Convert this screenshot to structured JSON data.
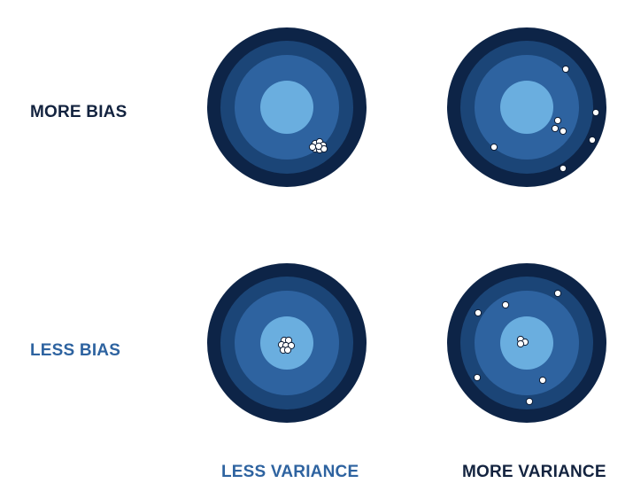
{
  "labels": {
    "more_bias": "MORE BIAS",
    "less_bias": "LESS BIAS",
    "less_variance": "LESS VARIANCE",
    "more_variance": "MORE VARIANCE"
  },
  "colors": {
    "ring_outer": "#0d2447",
    "ring_second": "#1b4577",
    "ring_third": "#2e63a0",
    "bullseye": "#6aaedf",
    "dot_fill": "#ffffff",
    "dot_stroke": "#0b1a33",
    "text_dark": "#13233f",
    "text_blue": "#2e63a0"
  },
  "icons": {
    "target": "bullseye-target-icon",
    "hit": "hit-dot-icon"
  },
  "targets": [
    {
      "name": "target-more-bias-less-variance",
      "bias": "more",
      "variance": "less"
    },
    {
      "name": "target-more-bias-more-variance",
      "bias": "more",
      "variance": "more"
    },
    {
      "name": "target-less-bias-less-variance",
      "bias": "less",
      "variance": "less"
    },
    {
      "name": "target-less-bias-more-variance",
      "bias": "less",
      "variance": "more"
    }
  ]
}
